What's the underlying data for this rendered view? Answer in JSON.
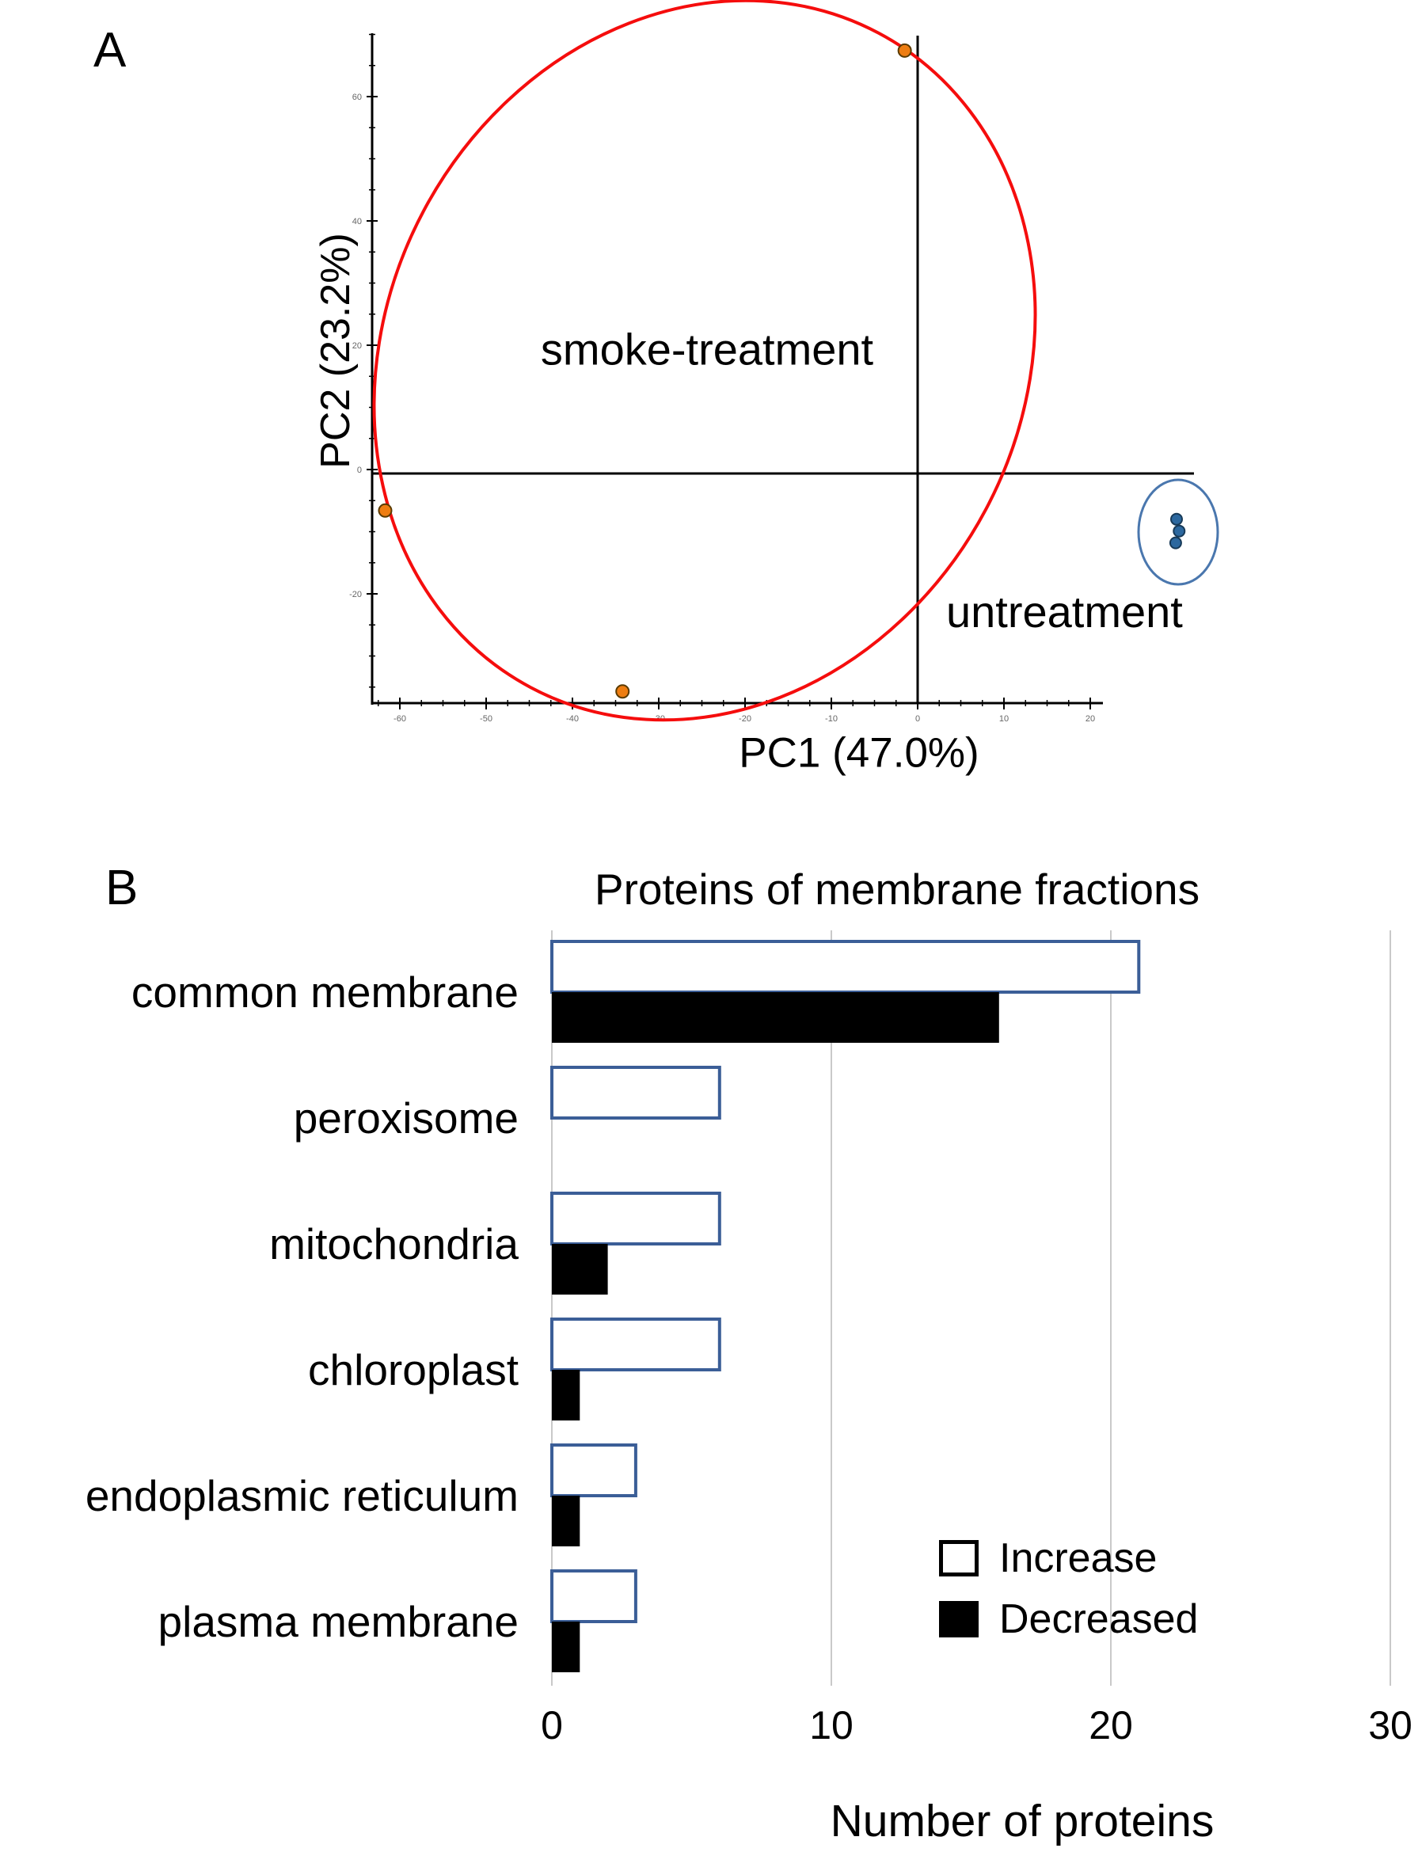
{
  "figure": {
    "panelA_label": "A",
    "panelB_label": "B",
    "colors": {
      "red_ellipse": "#f50d0d",
      "blue_ellipse": "#4a77ae",
      "orange_point": "#ee7d11",
      "orange_point_outline": "#5a3a00",
      "blue_point": "#2c689f",
      "blue_point_outline": "#173a58",
      "bar_border": "#3b5e97",
      "bar_fill_decreased": "#000000",
      "gridline": "#c9c9c9",
      "axis": "#000000",
      "tick_label": "#666666"
    }
  },
  "chart_data": [
    {
      "type": "scatter",
      "panel": "A",
      "xlabel": "PC1 (47.0%)",
      "ylabel": "PC2 (23.2%)",
      "xlim": [
        -63,
        22
      ],
      "ylim": [
        -38,
        70
      ],
      "xticks": [
        -60,
        -50,
        -40,
        -30,
        -20,
        -10,
        0,
        10,
        20
      ],
      "yticks": [
        60,
        40,
        20,
        0,
        -20
      ],
      "grid": false,
      "series": [
        {
          "name": "smoke-treatment",
          "marker_color": "#ee7d11",
          "ellipse_color": "#f50d0d",
          "points": [
            [
              -1.5,
              67.4
            ],
            [
              -61.7,
              -6.6
            ],
            [
              -34.2,
              -35.7
            ]
          ]
        },
        {
          "name": "untreatment",
          "marker_color": "#2c689f",
          "ellipse_color": "#4a77ae",
          "points": [
            [
              30.0,
              -8.0
            ],
            [
              30.3,
              -9.9
            ],
            [
              29.9,
              -11.8
            ]
          ]
        }
      ]
    },
    {
      "type": "bar",
      "panel": "B",
      "orientation": "horizontal",
      "title": "Proteins of membrane fractions",
      "xlabel": "Number of proteins",
      "xlim": [
        0,
        30
      ],
      "xticks": [
        0,
        10,
        20,
        30
      ],
      "grid": true,
      "legend_position": "inside-bottom-right",
      "categories": [
        "common membrane",
        "peroxisome",
        "mitochondria",
        "chloroplast",
        "endoplasmic reticulum",
        "plasma membrane"
      ],
      "series": [
        {
          "name": "Increase",
          "fill": "white",
          "values": [
            21,
            6,
            6,
            6,
            3,
            3
          ]
        },
        {
          "name": "Decreased",
          "fill": "black",
          "values": [
            16,
            0,
            2,
            1,
            1,
            1
          ]
        }
      ]
    }
  ]
}
